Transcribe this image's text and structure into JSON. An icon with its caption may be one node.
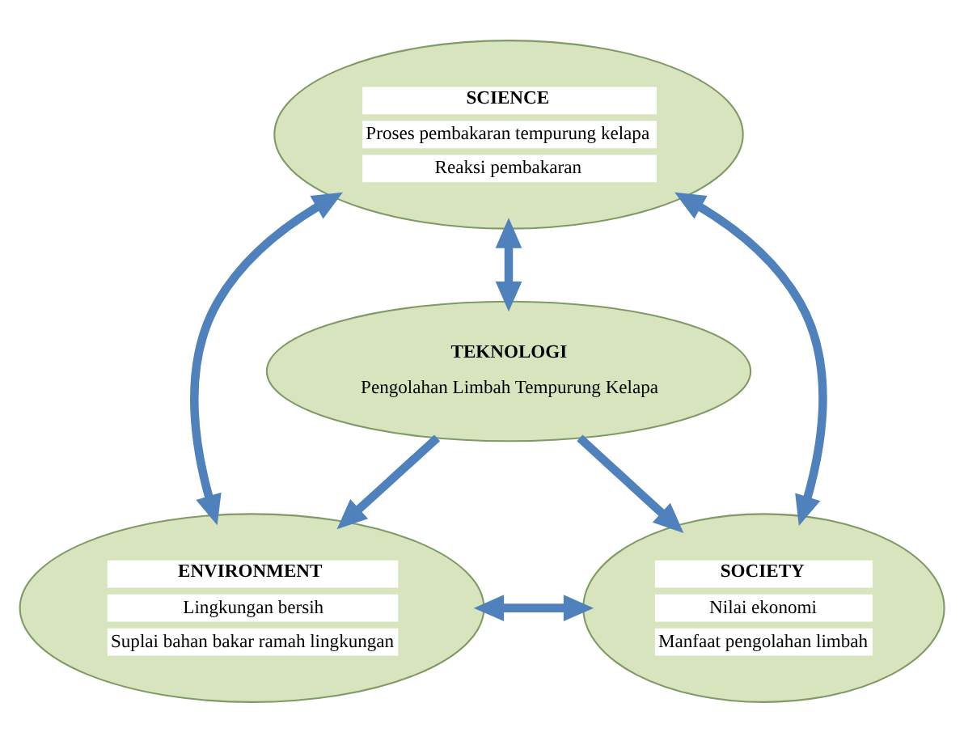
{
  "diagram": {
    "nodes": [
      {
        "text": [
          "SCIENCE",
          "Proses pembakaran tempurung kelapa",
          "Reaksi pembakaran"
        ]
      },
      {
        "text": [
          "TEKNOLOGI",
          "Pengolahan Limbah Tempurung Kelapa"
        ]
      },
      {
        "text": [
          "ENVIRONMENT",
          "Lingkungan bersih",
          "Suplai bahan bakar ramah lingkungan"
        ]
      },
      {
        "text": [
          "SOCIETY",
          "Nilai ekonomi",
          "Manfaat pengolahan limbah"
        ]
      }
    ],
    "edges": [
      {
        "from": 0,
        "to": 2,
        "arrow": "both"
      },
      {
        "from": 0,
        "to": 3,
        "arrow": "both"
      },
      {
        "from": 0,
        "to": 1,
        "arrow": "both"
      },
      {
        "from": 1,
        "to": 2,
        "arrow": "to"
      },
      {
        "from": 1,
        "to": 3,
        "arrow": "to"
      },
      {
        "from": 2,
        "to": 3,
        "arrow": "both"
      }
    ]
  }
}
